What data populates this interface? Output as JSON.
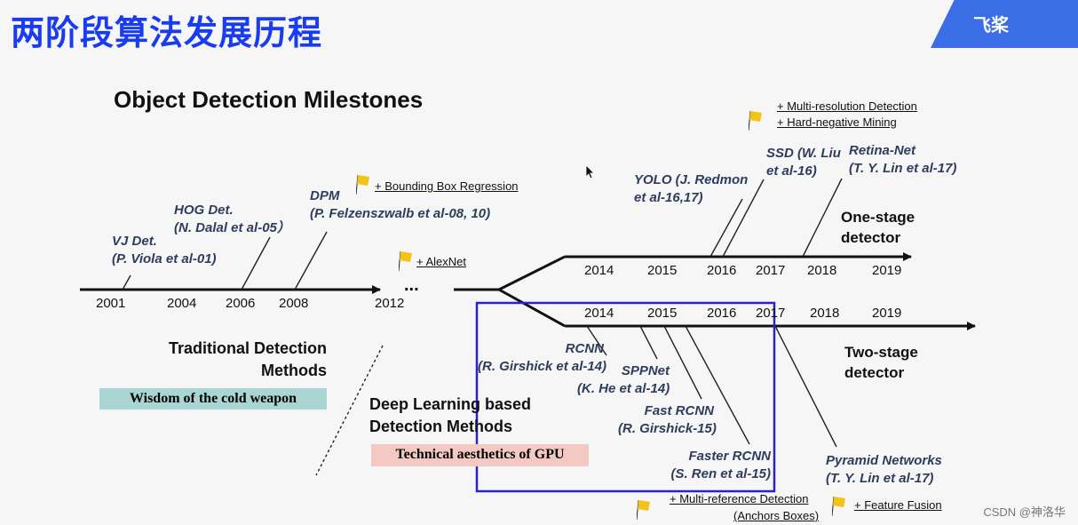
{
  "slide_title": "两阶段算法发展历程",
  "brand": "飞桨",
  "heading": "Object Detection Milestones",
  "main_timeline": {
    "years": [
      "2001",
      "2004",
      "2006",
      "2008",
      "2012"
    ],
    "ellipsis": "..."
  },
  "one_stage": {
    "years": [
      "2014",
      "2015",
      "2016",
      "2017",
      "2018",
      "2019"
    ],
    "label_line1": "One-stage",
    "label_line2": "detector"
  },
  "two_stage": {
    "years": [
      "2014",
      "2015",
      "2016",
      "2017",
      "2018",
      "2019"
    ],
    "label_line1": "Two-stage",
    "label_line2": "detector"
  },
  "detectors": {
    "vj": {
      "name": "VJ Det.",
      "cite": "(P. Viola et al-01)"
    },
    "hog": {
      "name": "HOG Det.",
      "cite": "(N. Dalal et al-05）"
    },
    "dpm": {
      "name": "DPM",
      "cite": "(P. Felzenszwalb et al-08, 10)"
    },
    "yolo": {
      "name": "YOLO (J. Redmon",
      "cite": "et al-16,17)"
    },
    "ssd": {
      "name": "SSD (W. Liu",
      "cite": "et al-16)"
    },
    "retina": {
      "name": "Retina-Net",
      "cite": "(T. Y. Lin et al-17)"
    },
    "rcnn": {
      "name": "RCNN",
      "cite": "(R. Girshick et al-14)"
    },
    "sppnet": {
      "name": "SPPNet",
      "cite": "(K. He et al-14)"
    },
    "fast_rcnn": {
      "name": "Fast RCNN",
      "cite": "(R. Girshick-15)"
    },
    "faster_rcnn": {
      "name": "Faster RCNN",
      "cite": "(S. Ren et al-15)"
    },
    "fpn": {
      "name": "Pyramid Networks",
      "cite": "(T. Y. Lin et al-17)"
    }
  },
  "features": {
    "bbox_regression": "+ Bounding Box Regression",
    "alexnet": "+ AlexNet",
    "multi_resolution": "+ Multi-resolution Detection",
    "hard_negative": "+ Hard-negative Mining",
    "multi_reference": "+ Multi-reference Detection",
    "anchors": "(Anchors Boxes)",
    "feature_fusion": "+ Feature Fusion"
  },
  "sections": {
    "traditional_line1": "Traditional Detection",
    "traditional_line2": "Methods",
    "traditional_tag": "Wisdom of the cold weapon",
    "deep_line1": "Deep Learning based",
    "deep_line2": "Detection Methods",
    "deep_tag": "Technical aesthetics of GPU"
  },
  "watermark": "CSDN @神洛华",
  "colors": {
    "title": "#1a3cf0",
    "brand_bg": "#3b6de6",
    "highlight_box": "#2a23c8",
    "traditional_tag_bg": "#a9d5d2",
    "deep_tag_bg": "#f4c9c3",
    "flag": "#f3c31c",
    "cite_text": "#2f3d5c"
  },
  "icons": {
    "flag": "flag-icon",
    "cursor": "cursor-arrow-icon"
  }
}
